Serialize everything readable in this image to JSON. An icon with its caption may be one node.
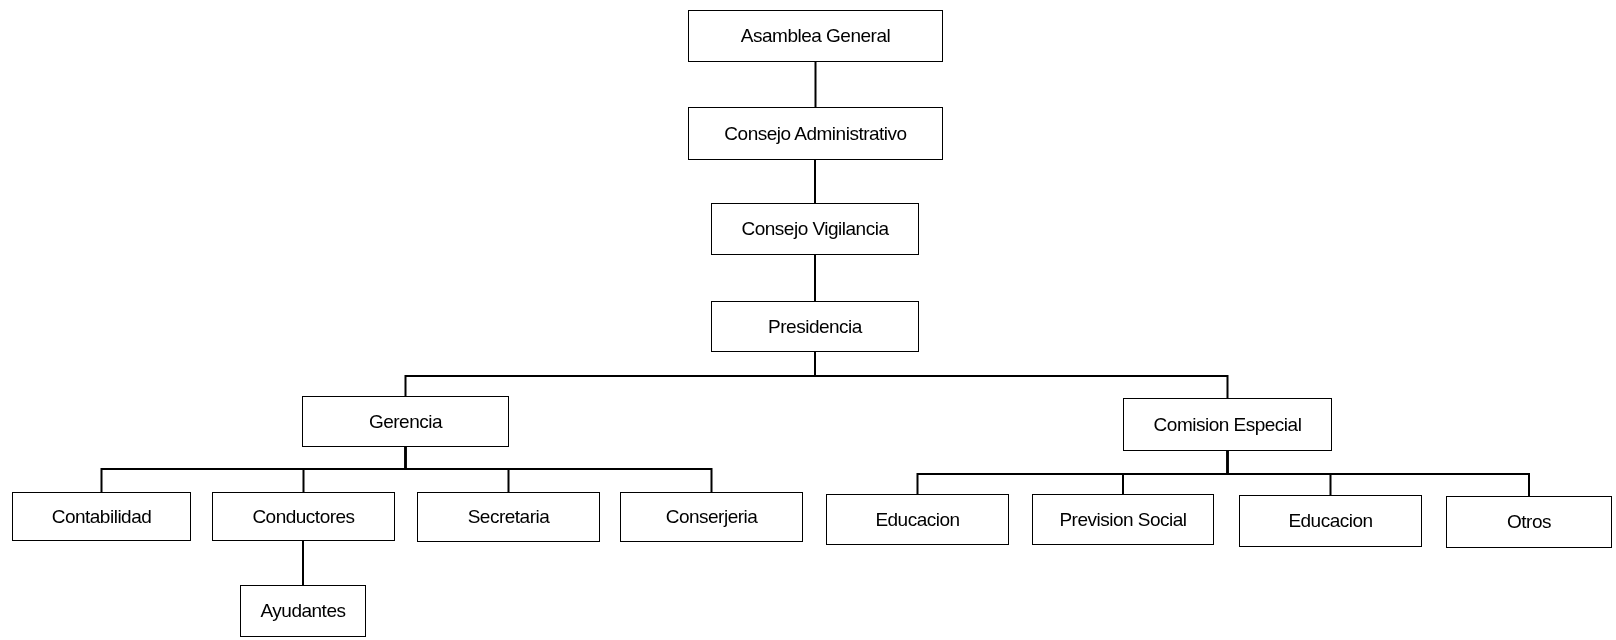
{
  "diagram": {
    "nodes": [
      {
        "text": [
          "Asamblea General"
        ]
      },
      {
        "text": [
          "Consejo Administrativo"
        ]
      },
      {
        "text": [
          "Consejo Vigilancia"
        ]
      },
      {
        "text": [
          "Presidencia"
        ]
      },
      {
        "text": [
          "Gerencia"
        ]
      },
      {
        "text": [
          "Comision Especial"
        ]
      },
      {
        "text": [
          "Contabilidad"
        ]
      },
      {
        "text": [
          "Conductores"
        ]
      },
      {
        "text": [
          "Secretaria"
        ]
      },
      {
        "text": [
          "Conserjeria"
        ]
      },
      {
        "text": [
          "Educacion"
        ]
      },
      {
        "text": [
          "Prevision Social"
        ]
      },
      {
        "text": [
          "Educacion"
        ]
      },
      {
        "text": [
          "Otros"
        ]
      },
      {
        "text": [
          "Ayudantes"
        ]
      }
    ],
    "edges": [
      {
        "from": 0,
        "to": 1,
        "arrow": "none"
      },
      {
        "from": 1,
        "to": 2,
        "arrow": "none"
      },
      {
        "from": 2,
        "to": 3,
        "arrow": "none"
      },
      {
        "from": 3,
        "to": 4,
        "arrow": "none"
      },
      {
        "from": 3,
        "to": 5,
        "arrow": "none"
      },
      {
        "from": 4,
        "to": 6,
        "arrow": "none"
      },
      {
        "from": 4,
        "to": 7,
        "arrow": "none"
      },
      {
        "from": 4,
        "to": 8,
        "arrow": "none"
      },
      {
        "from": 4,
        "to": 9,
        "arrow": "none"
      },
      {
        "from": 5,
        "to": 10,
        "arrow": "none"
      },
      {
        "from": 5,
        "to": 11,
        "arrow": "none"
      },
      {
        "from": 5,
        "to": 12,
        "arrow": "none"
      },
      {
        "from": 5,
        "to": 13,
        "arrow": "none"
      },
      {
        "from": 7,
        "to": 14,
        "arrow": "none"
      }
    ]
  }
}
